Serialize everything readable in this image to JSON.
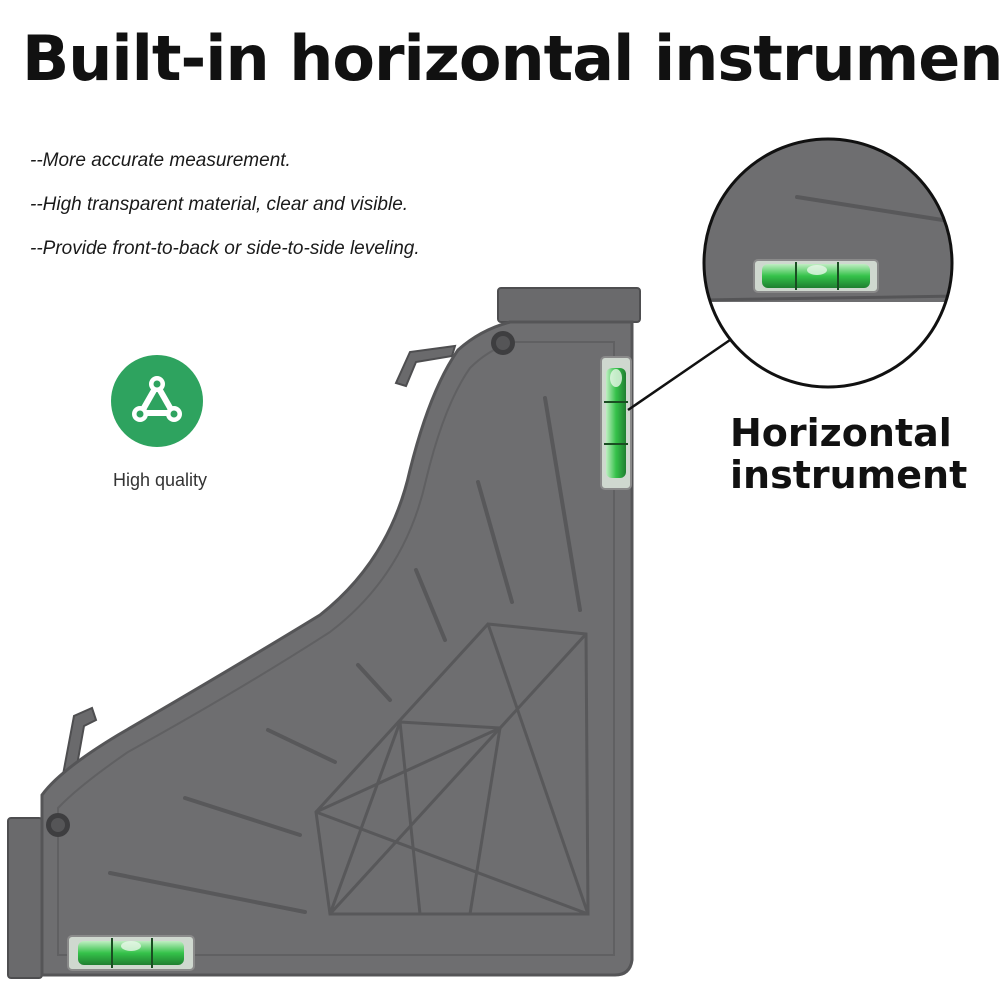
{
  "title": "Built-in horizontal instrument",
  "bullets": [
    "--More accurate measurement.",
    "--High transparent material, clear and visible.",
    "--Provide front-to-back or side-to-side leveling."
  ],
  "badge": {
    "icon": "chain-link-icon",
    "label": "High quality",
    "color": "#2ea35f"
  },
  "callout": {
    "line1": "Horizontal",
    "line2": "instrument"
  },
  "product": {
    "body_color": "#6e6e70",
    "edge_color": "#5a5a5c",
    "vial_color": "#35c24a"
  }
}
